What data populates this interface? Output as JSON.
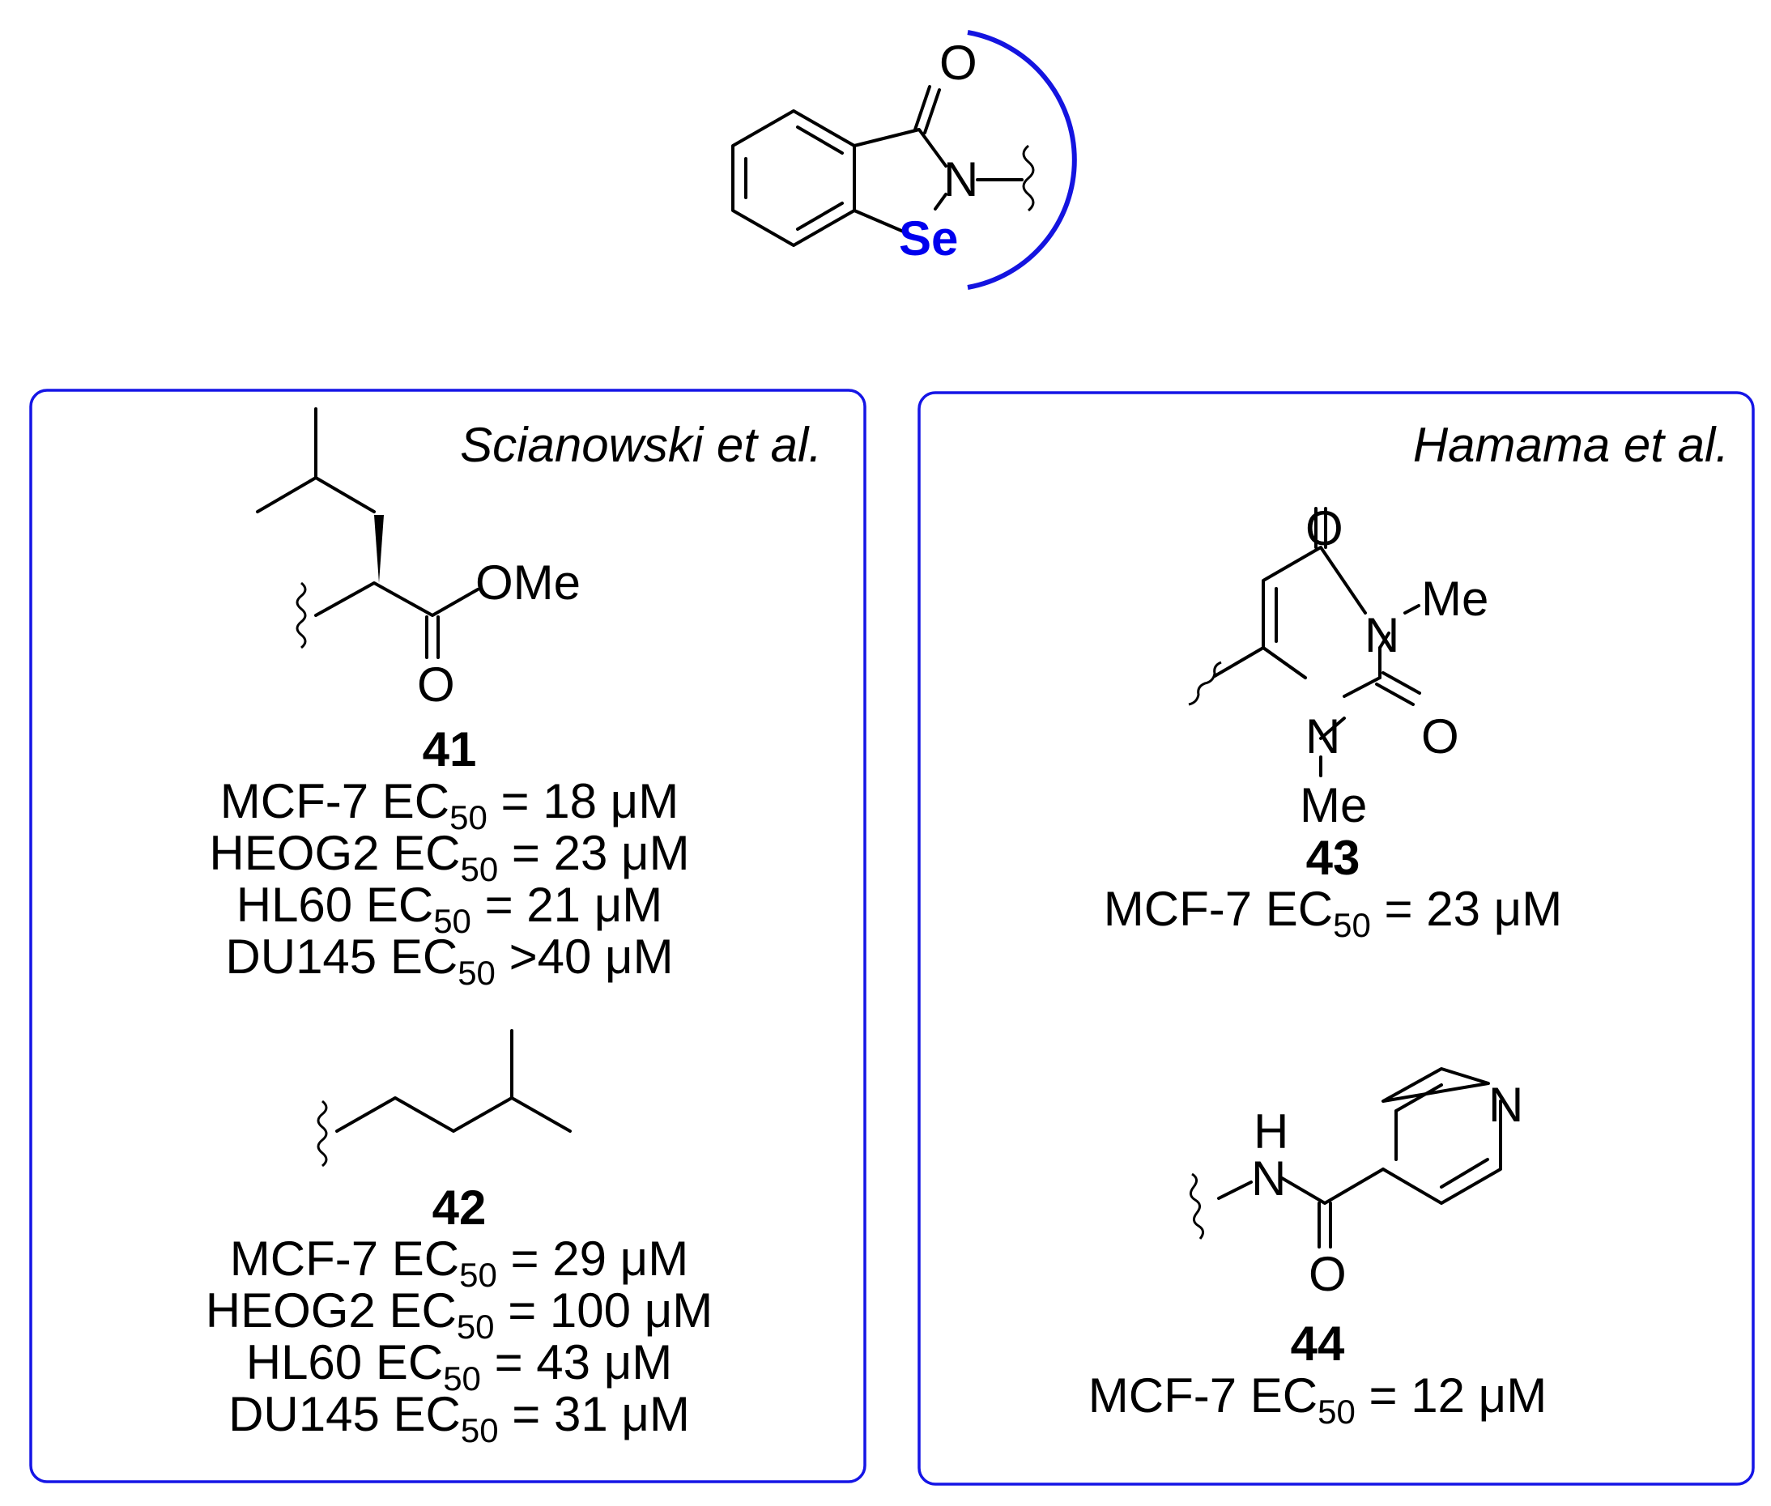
{
  "core": {
    "atoms": {
      "oxygen": "O",
      "nitrogen": "N",
      "selenium": "Se"
    }
  },
  "panels": [
    {
      "author": "Scianowski et al.",
      "compounds": [
        {
          "id": "41",
          "atoms": {
            "ester": "OMe",
            "carbonyl_o": "O"
          },
          "activities": [
            {
              "cell": "MCF-7 EC",
              "sub": "50",
              "rel": " = 18 μM"
            },
            {
              "cell": "HEOG2 EC",
              "sub": "50",
              "rel": " = 23 μM"
            },
            {
              "cell": "HL60 EC",
              "sub": "50",
              "rel": " = 21 μM"
            },
            {
              "cell": "DU145 EC",
              "sub": "50",
              "rel": " >40 μM"
            }
          ]
        },
        {
          "id": "42",
          "activities": [
            {
              "cell": "MCF-7 EC",
              "sub": "50",
              "rel": " = 29 μM"
            },
            {
              "cell": "HEOG2 EC",
              "sub": "50",
              "rel": " = 100 μM"
            },
            {
              "cell": "HL60 EC",
              "sub": "50",
              "rel": " = 43 μM"
            },
            {
              "cell": "DU145 EC",
              "sub": "50",
              "rel": " = 31 μM"
            }
          ]
        }
      ]
    },
    {
      "author": "Hamama et al.",
      "compounds": [
        {
          "id": "43",
          "atoms": {
            "o_top": "O",
            "n_top": "N",
            "me_top": "Me",
            "o_right": "O",
            "n_bottom": "N",
            "me_bottom": "Me"
          },
          "activities": [
            {
              "cell": "MCF-7 EC",
              "sub": "50",
              "rel": " = 23 μM"
            }
          ]
        },
        {
          "id": "44",
          "atoms": {
            "h": "H",
            "n_amide": "N",
            "n_ring": "N",
            "o": "O"
          },
          "activities": [
            {
              "cell": "MCF-7 EC",
              "sub": "50",
              "rel": " = 12 μM"
            }
          ]
        }
      ]
    }
  ],
  "colors": {
    "accent": "#1515e6",
    "selenium": "#0000ee",
    "text": "#000000"
  }
}
